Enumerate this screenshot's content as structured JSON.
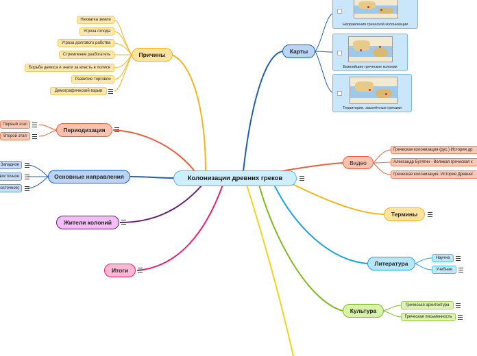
{
  "central": "Колонизации древних греков",
  "prichiny": {
    "label": "Причины",
    "items": [
      "Нехватка земли",
      "Угроза голода",
      "Угроза долгового рабства",
      "Стремление разбогатеть",
      "Борьба демоса и знати за власть в полисе",
      "Развитие торговли",
      "Демографический  взрыв"
    ]
  },
  "periodizatsiya": {
    "label": "Периодизация",
    "items": [
      "Первый этап",
      "Второй этап"
    ]
  },
  "napravleniya": {
    "label": "Основные направления",
    "items": [
      "Западное",
      "восточное",
      "восточное)"
    ]
  },
  "zhiteli": {
    "label": "Жители колоний"
  },
  "itogi": {
    "label": "Итоги"
  },
  "karty": {
    "label": "Карты",
    "maps": [
      "Направления греческой колонизации",
      "Важнейшие греческие колонии",
      "Территории, заселённые греками"
    ]
  },
  "video": {
    "label": "Видео",
    "items": [
      "Греческая колонизация (рус.) История др",
      "Александр Бутягин - Великая греческая к",
      "Греческая колонизация. История Древнег"
    ]
  },
  "terminy": {
    "label": "Термины"
  },
  "literatura": {
    "label": "Литература",
    "items": [
      "Научна",
      "Учебная"
    ]
  },
  "kultura": {
    "label": "Культура",
    "items": [
      "Греческая архитектура",
      "Греческая письменность"
    ]
  },
  "colors": {
    "central_fill": "#cdeefc",
    "prichiny": "#f5b31a",
    "periodizatsiya": "#e8603c",
    "napravleniya": "#1f5cbf",
    "zhiteli": "#6a1a7a",
    "itogi": "#e8206e",
    "karty": "#1a5fb4",
    "video": "#e8603c",
    "terminy": "#f5b31a",
    "literatura": "#1aa3e0",
    "kultura": "#7cba1e",
    "bottom_branch": "#f2d21a"
  }
}
